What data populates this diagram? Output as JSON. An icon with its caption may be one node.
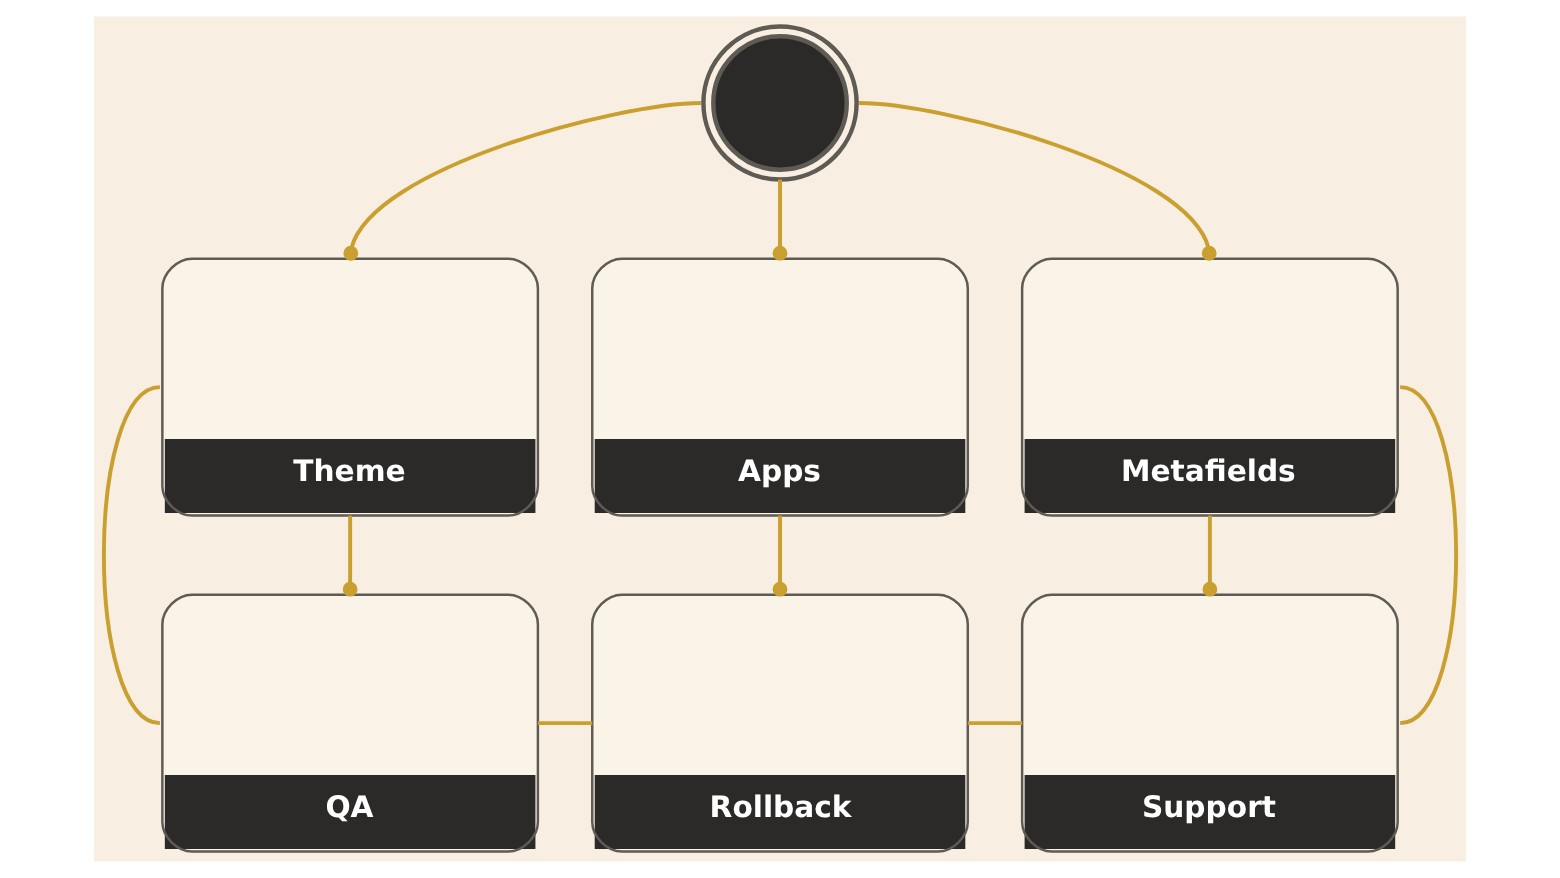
{
  "diagram": {
    "nodes": [
      {
        "text": [],
        "shape": "circle"
      },
      {
        "text": [
          "Theme"
        ]
      },
      {
        "text": [
          "Apps"
        ]
      },
      {
        "text": [
          "Metafields"
        ]
      },
      {
        "text": [
          "QA"
        ]
      },
      {
        "text": [
          "Rollback"
        ]
      },
      {
        "text": [
          "Support"
        ]
      }
    ],
    "edges": [
      {
        "from": 0,
        "to": 1,
        "arrow": "other"
      },
      {
        "from": 0,
        "to": 2,
        "arrow": "other"
      },
      {
        "from": 0,
        "to": 3,
        "arrow": "other"
      },
      {
        "from": 1,
        "to": 4,
        "arrow": "other"
      },
      {
        "from": 2,
        "to": 5,
        "arrow": "other"
      },
      {
        "from": 3,
        "to": 6,
        "arrow": "other"
      },
      {
        "from": 1,
        "to": 4,
        "arrow": "none"
      },
      {
        "from": 4,
        "to": 5,
        "arrow": "none"
      },
      {
        "from": 5,
        "to": 6,
        "arrow": "none"
      },
      {
        "from": 3,
        "to": 6,
        "arrow": "none"
      }
    ]
  }
}
